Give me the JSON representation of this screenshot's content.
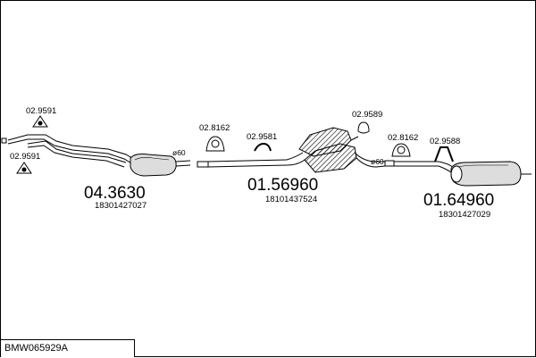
{
  "reference": "BMW065929A",
  "hardware": {
    "left_clamp_top": "02.9591",
    "left_clamp_bottom": "02.9591",
    "mid_clamp_1": "02.8162",
    "mid_hanger": "02.9581",
    "center_hanger": "02.9589",
    "right_clamp": "02.8162",
    "right_hanger": "02.9588"
  },
  "diameters": {
    "front": "ø60",
    "rear": "ø60"
  },
  "sections": [
    {
      "part_number": "04.3630",
      "oem_number": "18301427027"
    },
    {
      "part_number": "01.56960",
      "oem_number": "18101437524"
    },
    {
      "part_number": "01.64960",
      "oem_number": "18301427029"
    }
  ]
}
